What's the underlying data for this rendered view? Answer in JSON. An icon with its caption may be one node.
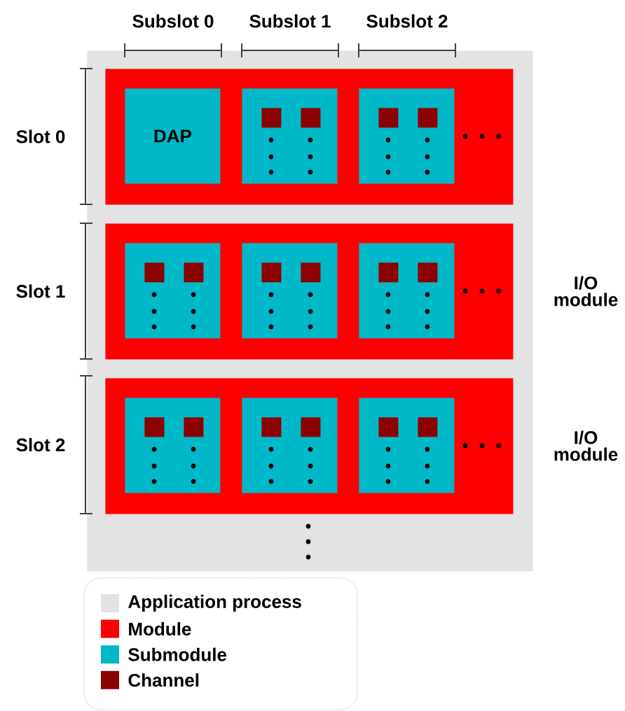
{
  "diagram": {
    "nodes": [
      {
        "text": [],
        "shape": "box"
      },
      {
        "text": [],
        "shape": "box",
        "in": 0
      },
      {
        "text": [
          "DAP"
        ],
        "in": 1
      },
      {
        "text": [],
        "shape": "box",
        "in": 1
      },
      {
        "text": [],
        "shape": "box",
        "in": 3
      },
      {
        "text": [],
        "shape": "box",
        "in": 3
      },
      {
        "text": [],
        "shape": "box",
        "in": 1
      },
      {
        "text": [],
        "shape": "box",
        "in": 6
      },
      {
        "text": [],
        "shape": "box",
        "in": 6
      },
      {
        "text": [],
        "shape": "box",
        "in": 0,
        "beside": [
          "I/O module"
        ]
      },
      {
        "text": [],
        "shape": "box",
        "in": 9
      },
      {
        "text": [],
        "shape": "box",
        "in": 10
      },
      {
        "text": [],
        "shape": "box",
        "in": 10
      },
      {
        "text": [],
        "shape": "box",
        "in": 9
      },
      {
        "text": [],
        "shape": "box",
        "in": 13
      },
      {
        "text": [],
        "shape": "box",
        "in": 13
      },
      {
        "text": [],
        "shape": "box",
        "in": 9
      },
      {
        "text": [],
        "shape": "box",
        "in": 16
      },
      {
        "text": [],
        "shape": "box",
        "in": 16
      },
      {
        "text": [],
        "shape": "box",
        "in": 0,
        "beside": [
          "I/O module"
        ]
      },
      {
        "text": [],
        "shape": "box",
        "in": 19
      },
      {
        "text": [],
        "shape": "box",
        "in": 20
      },
      {
        "text": [],
        "shape": "box",
        "in": 20
      },
      {
        "text": [],
        "shape": "box",
        "in": 19
      },
      {
        "text": [],
        "shape": "box",
        "in": 23
      },
      {
        "text": [],
        "shape": "box",
        "in": 23
      },
      {
        "text": [],
        "shape": "box",
        "in": 19
      },
      {
        "text": [],
        "shape": "box",
        "in": 26
      },
      {
        "text": [],
        "shape": "box",
        "in": 26
      }
    ],
    "labels": [
      "Subslot 0",
      "Subslot 1",
      "Subslot 2",
      "Slot 0",
      "Slot 1",
      "Slot 2"
    ],
    "legend": [
      {
        "text": "Application process",
        "color": "#e3e3e3"
      },
      {
        "text": "Module",
        "color": "#ff0000"
      },
      {
        "text": "Submodule",
        "color": "#00b8c8"
      },
      {
        "text": "Channel",
        "color": "#8b0000"
      }
    ]
  }
}
